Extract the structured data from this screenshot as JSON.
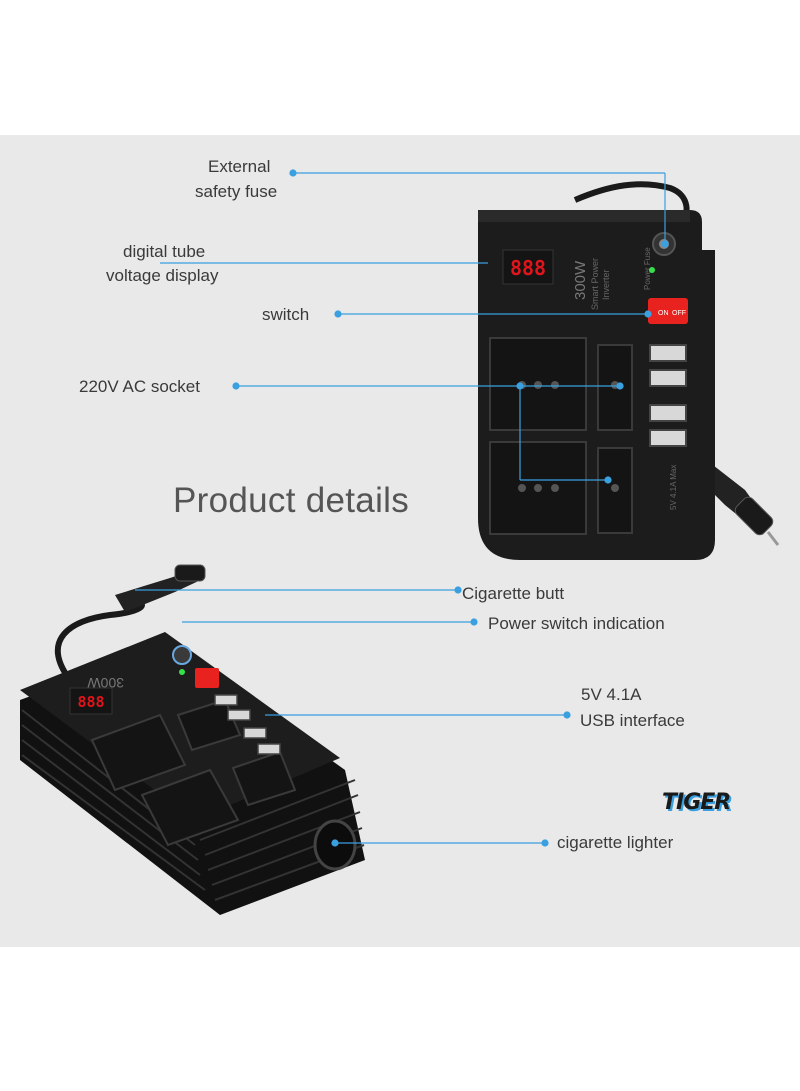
{
  "heading": "Product details",
  "labels": {
    "external_fuse_line1": "External",
    "external_fuse_line2": "safety fuse",
    "voltage_display_line1": "digital tube",
    "voltage_display_line2": "voltage display",
    "switch": "switch",
    "ac_socket": "220V AC socket",
    "cigarette_butt": "Cigarette butt",
    "power_indication": "Power switch indication",
    "usb_line1": "5V  4.1A",
    "usb_line2": "USB interface",
    "cigarette_lighter": "cigarette lighter"
  },
  "device_text": {
    "display": "888",
    "model": "300W",
    "subtitle_line1": "Smart Power",
    "subtitle_line2": "Inverter",
    "power_fuse": "Power    Fuse",
    "switch_on": "ON",
    "switch_off": "OFF",
    "usb_rating": "5V 4.1A Max"
  },
  "brand_logo": "TIGER",
  "colors": {
    "pointer_line": "#3aa0e0",
    "background_panel": "#e9e9e9",
    "device_body": "#1e1e1e",
    "display_red": "#e0141a",
    "switch_red": "#e8231f"
  }
}
